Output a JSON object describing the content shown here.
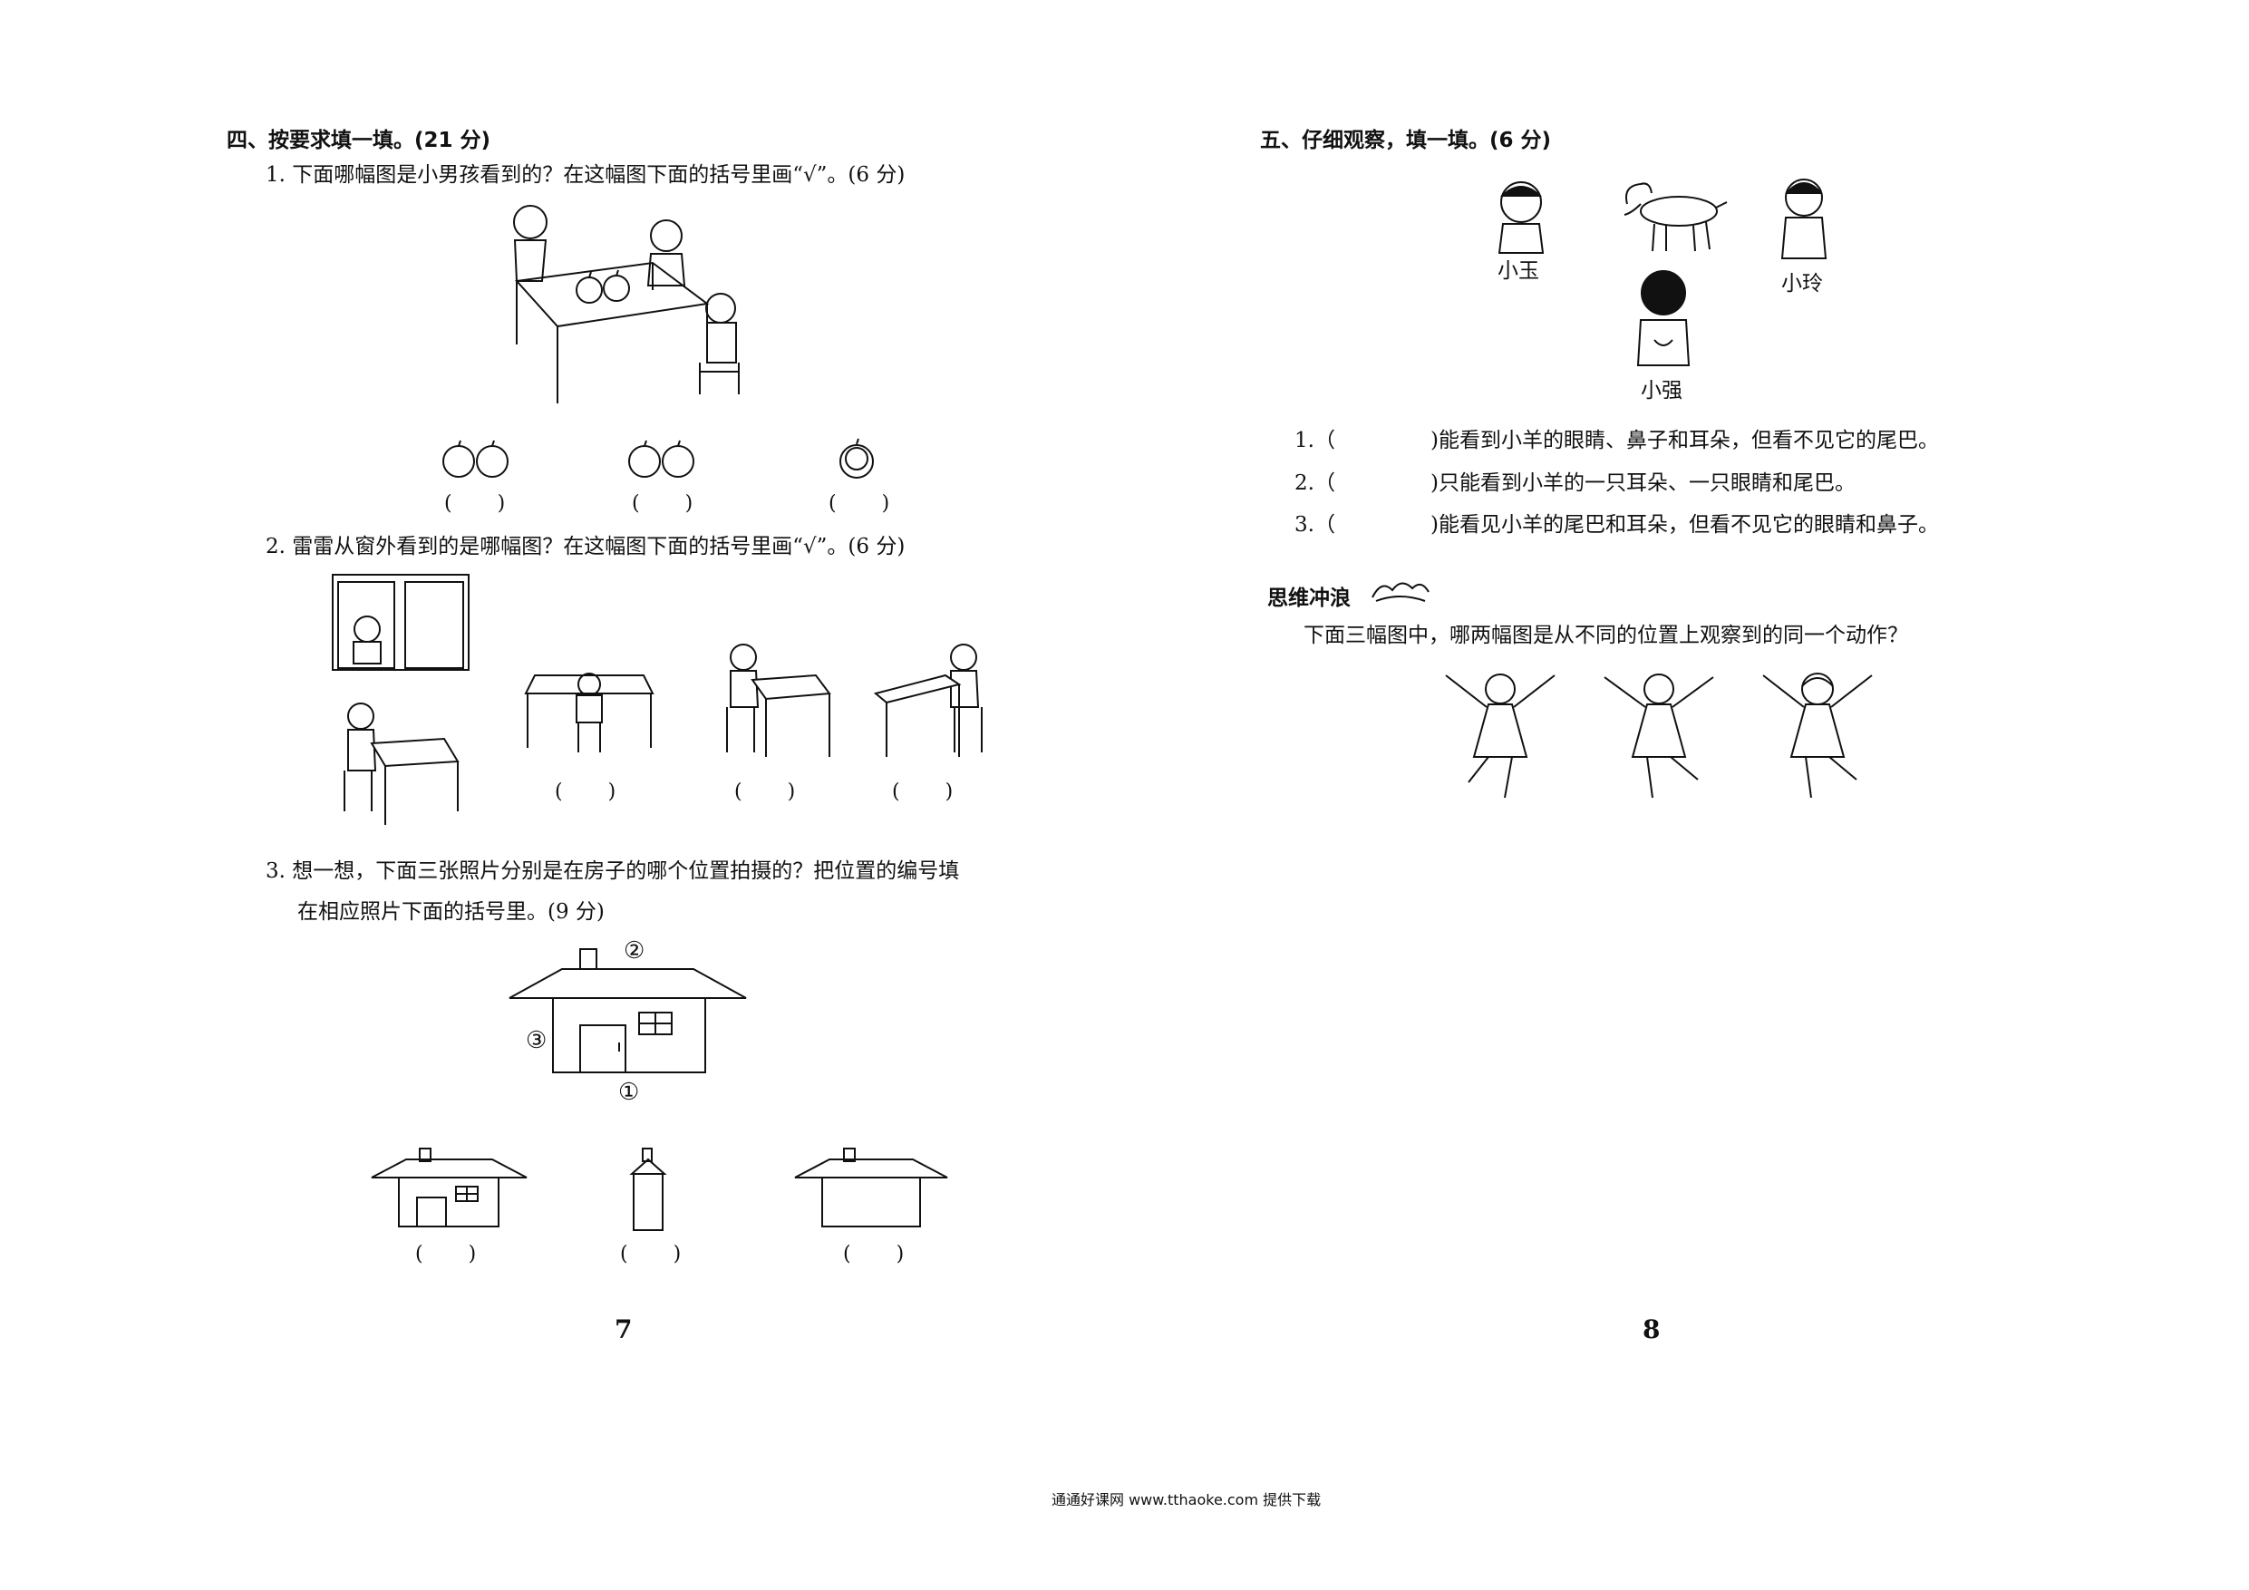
{
  "left_page": {
    "section_title": "四、按要求填一填。(21 分)",
    "q1": {
      "text": "1. 下面哪幅图是小男孩看到的？在这幅图下面的括号里画“√”。(6 分)",
      "blanks": [
        "(　　)",
        "(　　)",
        "(　　)"
      ]
    },
    "q2": {
      "text": "2. 雷雷从窗外看到的是哪幅图？在这幅图下面的括号里画“√”。(6 分)",
      "blanks": [
        "(　　)",
        "(　　)",
        "(　　)"
      ]
    },
    "q3": {
      "line1": "3. 想一想，下面三张照片分别是在房子的哪个位置拍摄的？把位置的编号填",
      "line2": "在相应照片下面的括号里。(9 分)",
      "markers": [
        "②",
        "③",
        "①"
      ],
      "blanks": [
        "(　　)",
        "(　　)",
        "(　　)"
      ]
    },
    "page_number": "7"
  },
  "right_page": {
    "section_title": "五、仔细观察，填一填。(6 分)",
    "names": [
      "小玉",
      "小玲",
      "小强"
    ],
    "items": [
      {
        "num": "1.（",
        "text": ")能看到小羊的眼睛、鼻子和耳朵，但看不见它的尾巴。"
      },
      {
        "num": "2.（",
        "text": ")只能看到小羊的一只耳朵、一只眼睛和尾巴。"
      },
      {
        "num": "3.（",
        "text": ")能看见小羊的尾巴和耳朵，但看不见它的眼睛和鼻子。"
      }
    ],
    "bonus_title": "思维冲浪",
    "bonus_question": "下面三幅图中，哪两幅图是从不同的位置上观察到的同一个动作？",
    "page_number": "8"
  },
  "footer": "通通好课网  www.tthaoke.com  提供下载"
}
